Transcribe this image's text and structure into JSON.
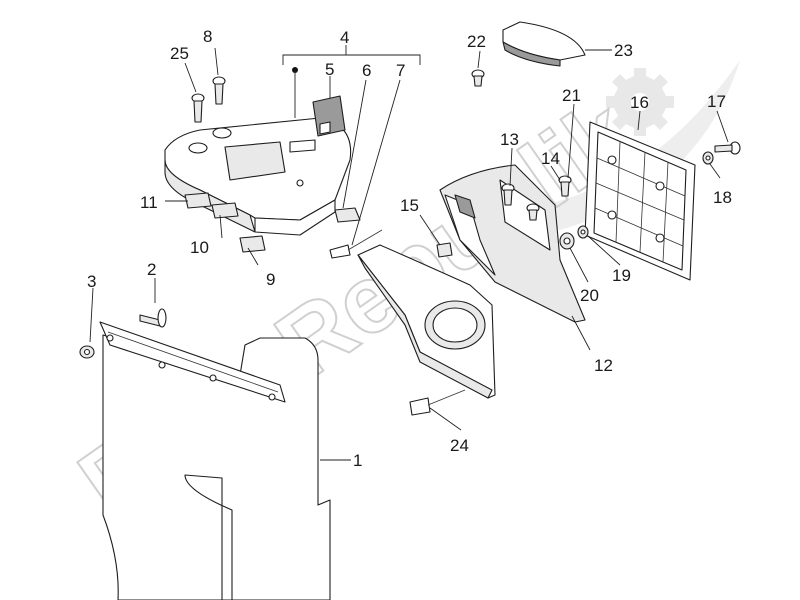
{
  "watermark": {
    "text": "PartsRepublik"
  },
  "callouts": [
    {
      "id": "1",
      "label": "1"
    },
    {
      "id": "2",
      "label": "2"
    },
    {
      "id": "3",
      "label": "3"
    },
    {
      "id": "4",
      "label": "4"
    },
    {
      "id": "5",
      "label": "5"
    },
    {
      "id": "6",
      "label": "6"
    },
    {
      "id": "7",
      "label": "7"
    },
    {
      "id": "8",
      "label": "8"
    },
    {
      "id": "9",
      "label": "9"
    },
    {
      "id": "10",
      "label": "10"
    },
    {
      "id": "11",
      "label": "11"
    },
    {
      "id": "12",
      "label": "12"
    },
    {
      "id": "13",
      "label": "13"
    },
    {
      "id": "14",
      "label": "14"
    },
    {
      "id": "15",
      "label": "15"
    },
    {
      "id": "16",
      "label": "16"
    },
    {
      "id": "17",
      "label": "17"
    },
    {
      "id": "18",
      "label": "18"
    },
    {
      "id": "19",
      "label": "19"
    },
    {
      "id": "20",
      "label": "20"
    },
    {
      "id": "21",
      "label": "21"
    },
    {
      "id": "22",
      "label": "22"
    },
    {
      "id": "23",
      "label": "23"
    },
    {
      "id": "24",
      "label": "24"
    },
    {
      "id": "25",
      "label": "25"
    }
  ]
}
